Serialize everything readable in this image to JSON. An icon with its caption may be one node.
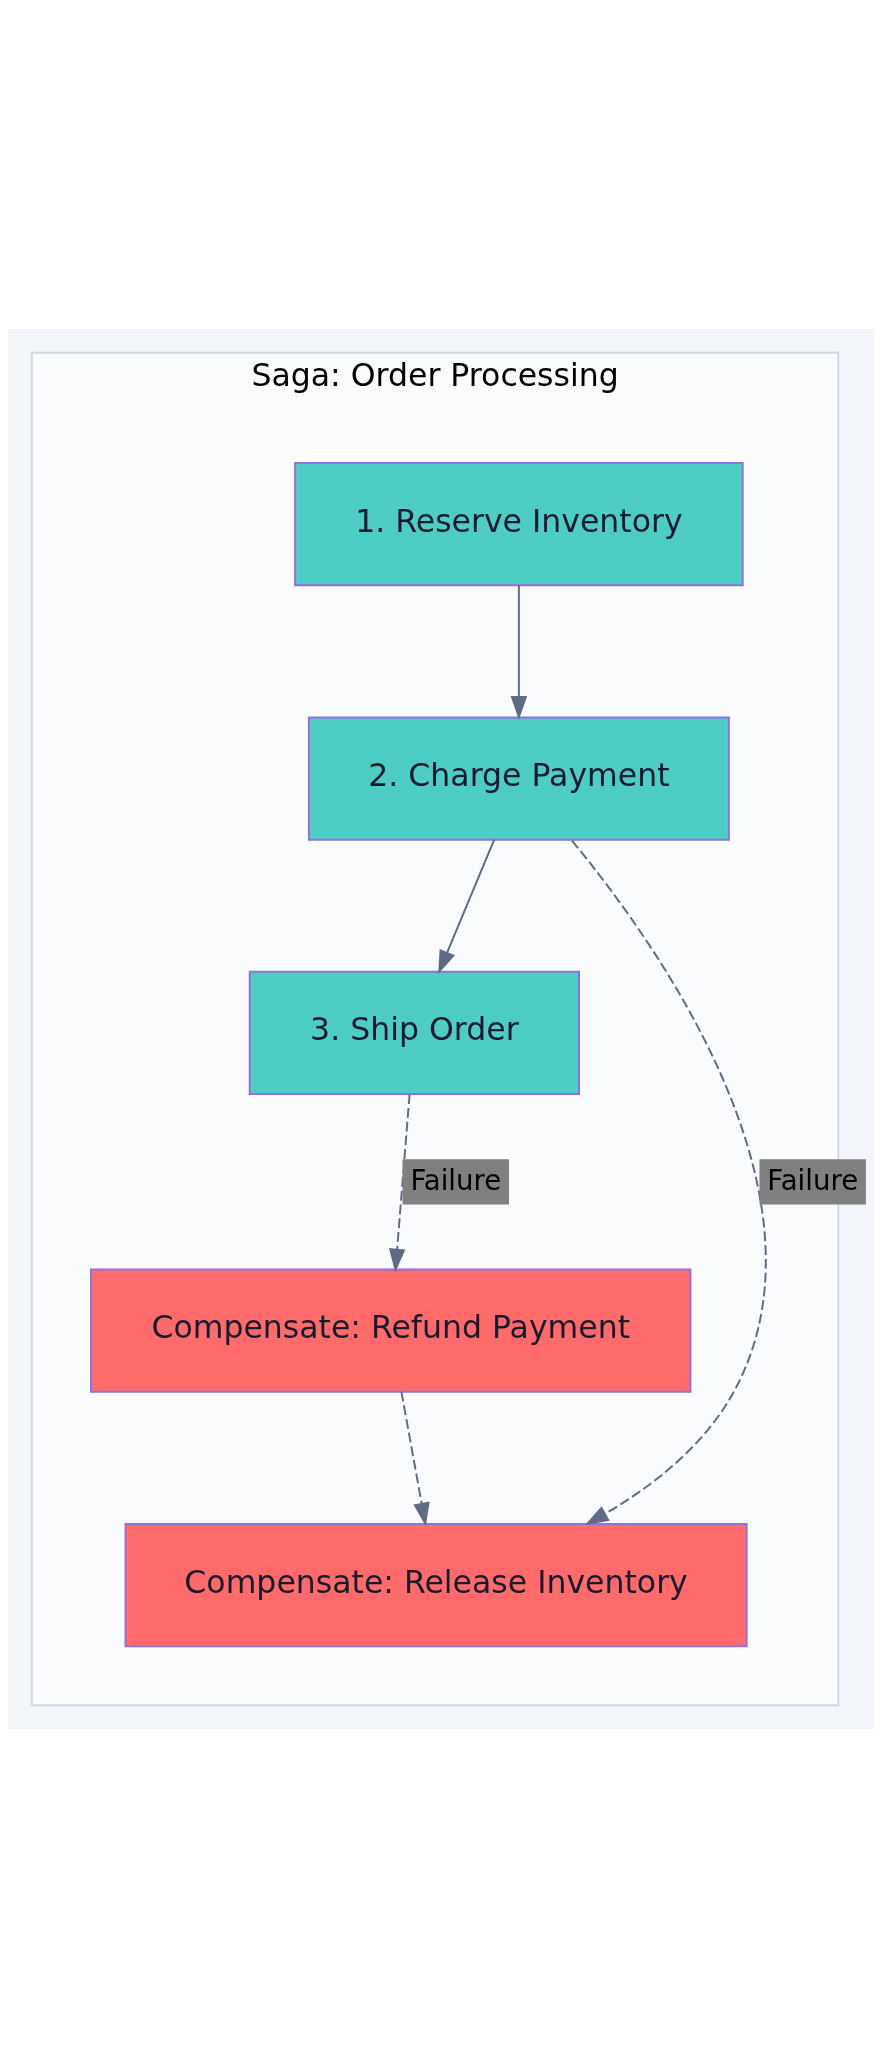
{
  "diagram": {
    "nodes": [
      {
        "text": [
          "Saga: Order Processing"
        ]
      },
      {
        "text": [
          "1. Reserve Inventory"
        ],
        "in": 0
      },
      {
        "text": [
          "2. Charge Payment"
        ],
        "in": 0
      },
      {
        "text": [
          "3. Ship Order"
        ],
        "in": 0
      },
      {
        "text": [
          "Compensate: Refund Payment"
        ],
        "in": 0
      },
      {
        "text": [
          "Compensate: Release Inventory"
        ],
        "in": 0
      }
    ],
    "edges": [
      {
        "from": 1,
        "to": 2,
        "arrow": "to"
      },
      {
        "from": 2,
        "to": 3,
        "arrow": "to"
      },
      {
        "from": 2,
        "to": 5,
        "arrow": "to",
        "label": "Failure",
        "style": "dashed"
      },
      {
        "from": 3,
        "to": 4,
        "arrow": "to",
        "label": "Failure",
        "style": "dashed"
      },
      {
        "from": 4,
        "to": 5,
        "arrow": "to",
        "style": "dashed"
      }
    ]
  }
}
